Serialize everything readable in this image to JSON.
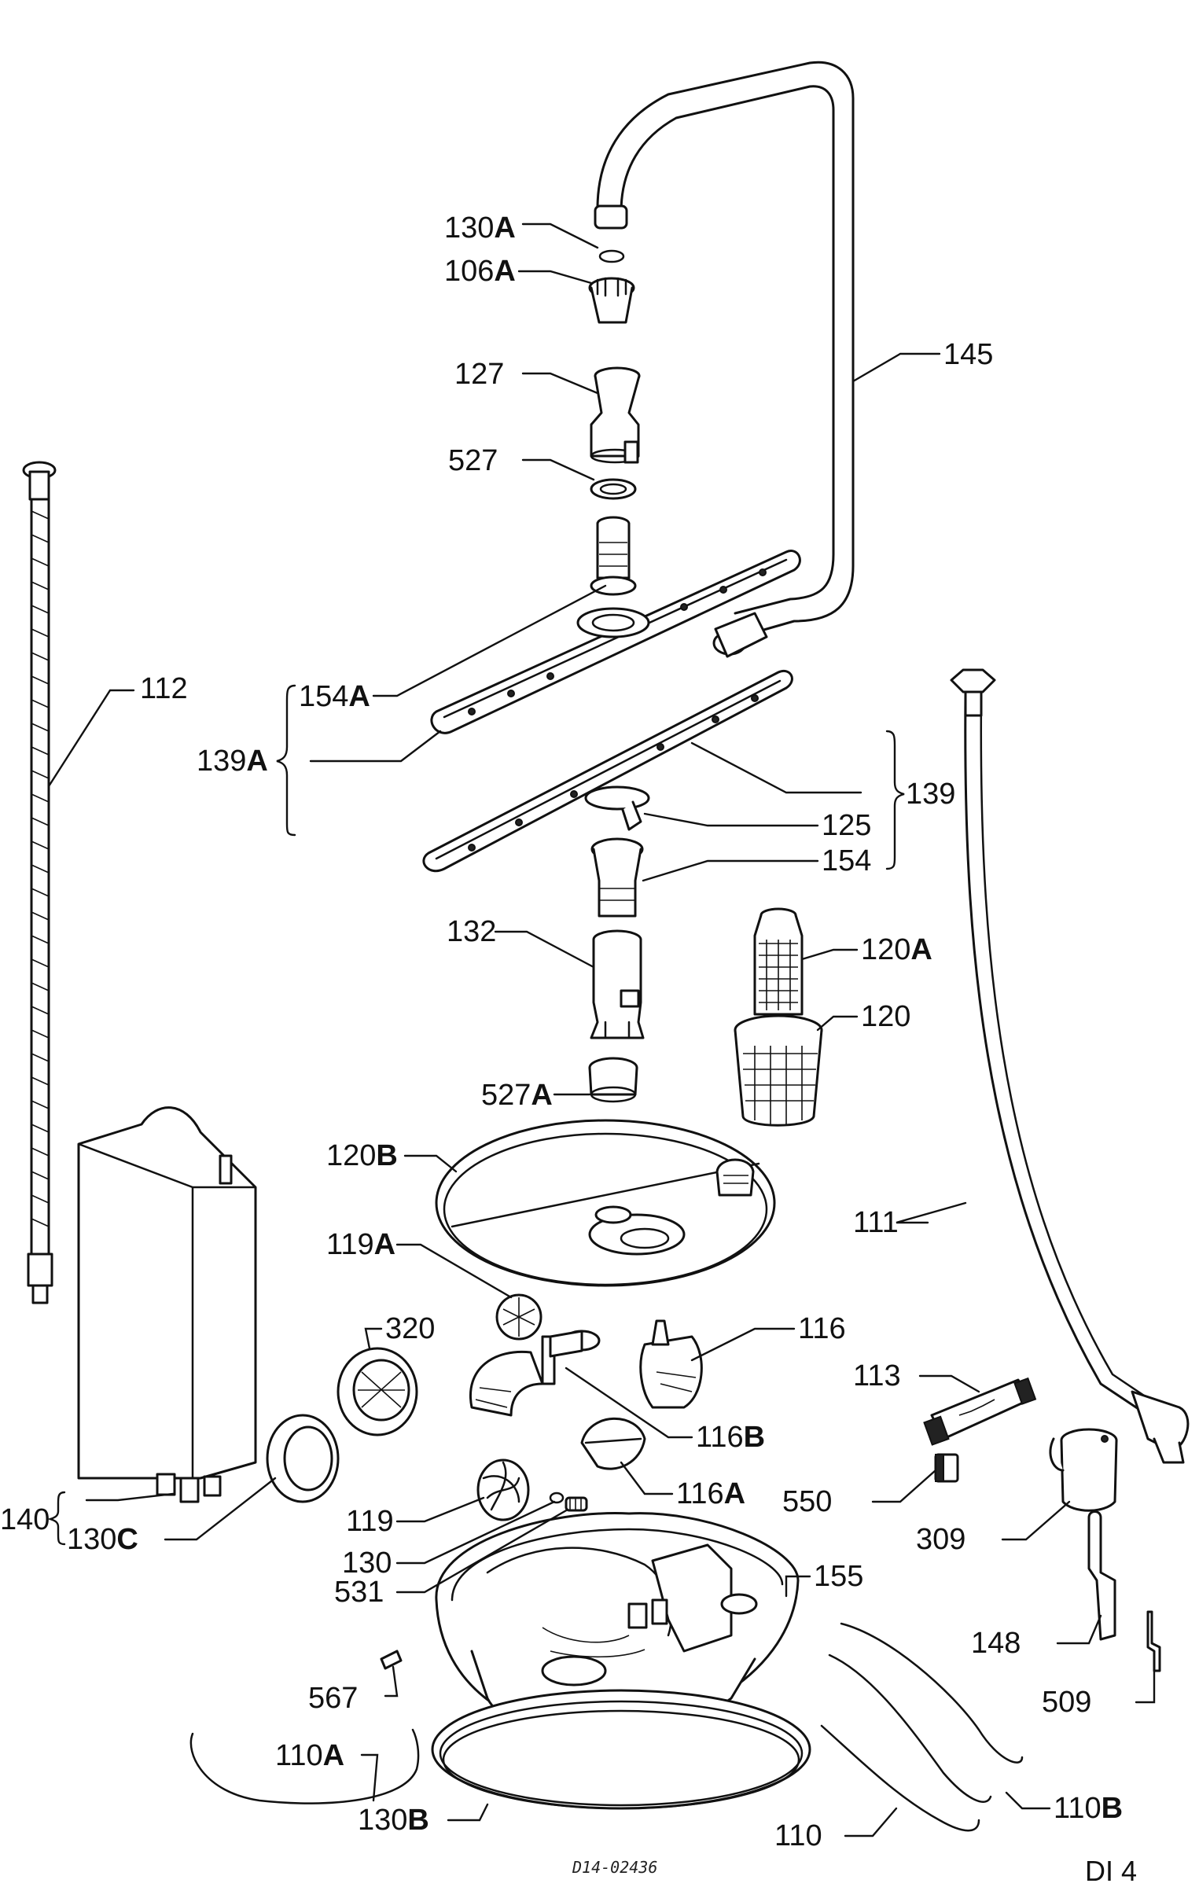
{
  "callouts": {
    "p130A": "130A",
    "p106A": "106A",
    "p145": "145",
    "p127": "127",
    "p527": "527",
    "p112": "112",
    "p154A": "154A",
    "p139A": "139A",
    "p139": "139",
    "p125": "125",
    "p154": "154",
    "p132": "132",
    "p120A": "120A",
    "p120": "120",
    "p527A": "527A",
    "p120B": "120B",
    "p111": "111",
    "p119A": "119A",
    "p320": "320",
    "p116": "116",
    "p113": "113",
    "p116B": "116B",
    "p116A": "116A",
    "p550": "550",
    "p140": "140",
    "p130C": "130C",
    "p119": "119",
    "p130": "130",
    "p531": "531",
    "p309": "309",
    "p155": "155",
    "p148": "148",
    "p509": "509",
    "p567": "567",
    "p110A": "110A",
    "p110B": "110B",
    "p130B": "130B",
    "p110": "110"
  },
  "drawing_number": "D14-02436",
  "sheet_label": "DI 4"
}
